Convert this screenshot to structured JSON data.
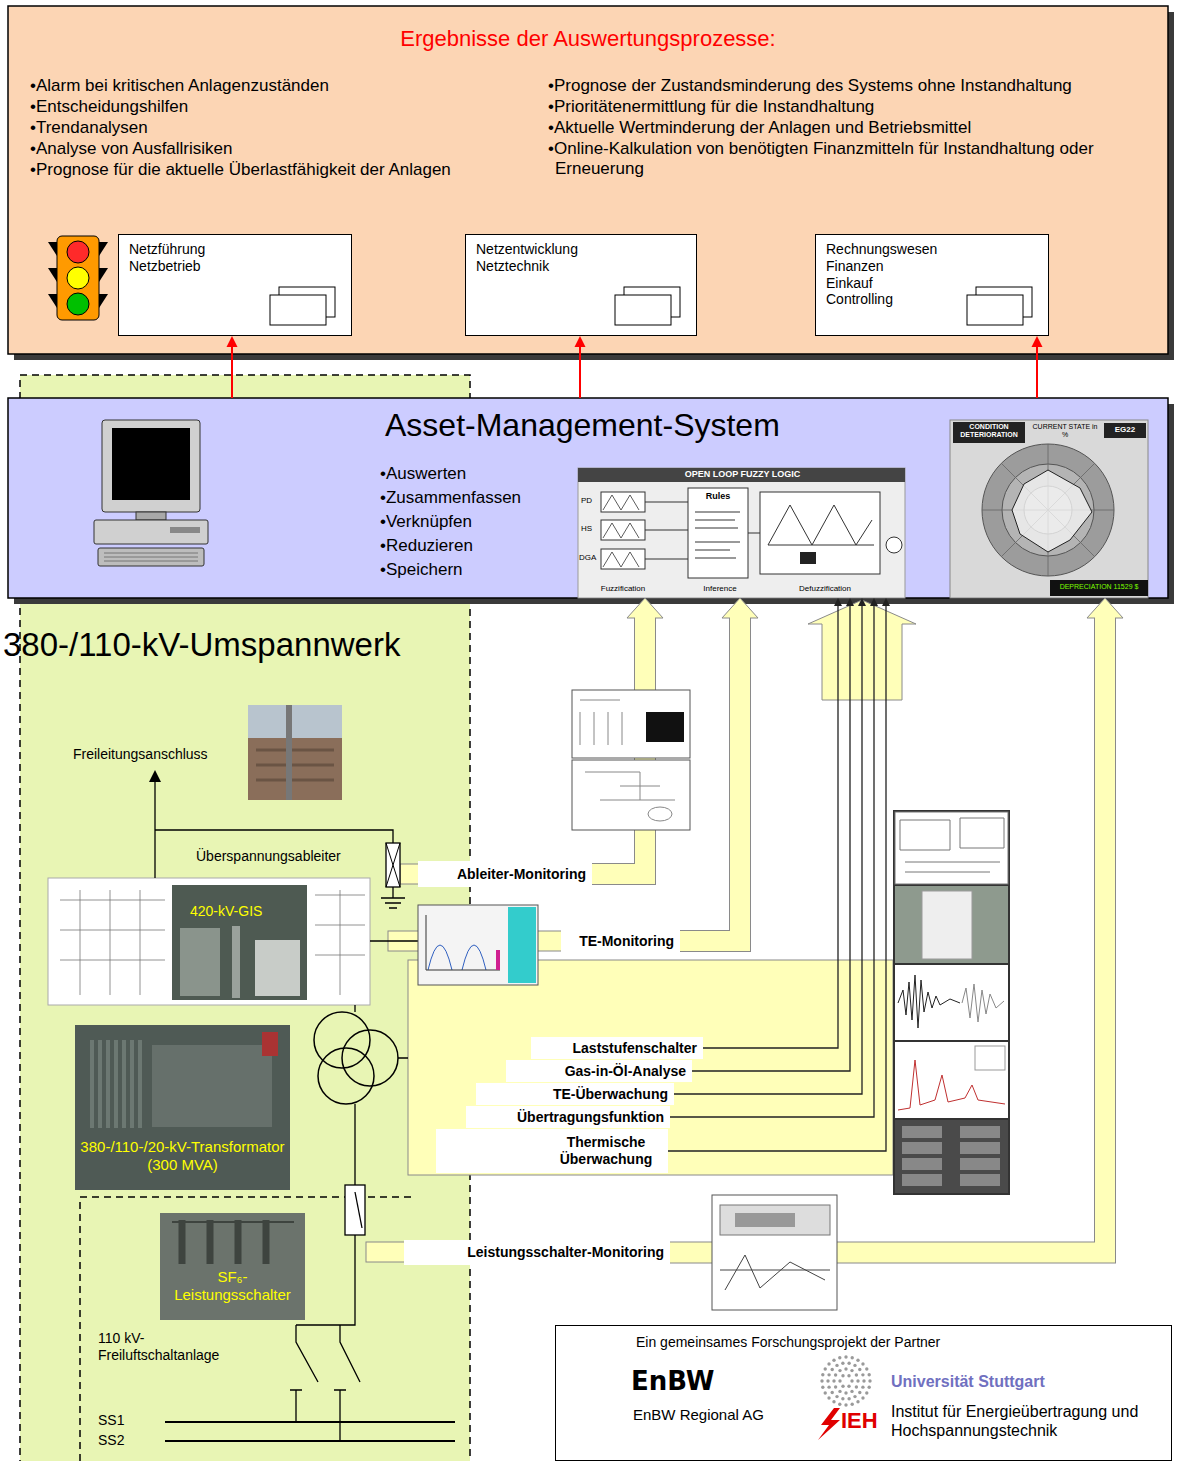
{
  "diagram": {
    "nodes": [
      {
        "text": [
          "Ergebnisse der Auswertungsprozesse:",
          "•Alarm bei kritischen Anlagenzuständen",
          "•Entscheidungshilfen",
          "•Trendanalysen",
          "•Analyse von Ausfallrisiken",
          "•Prognose für die aktuelle Überlastfähigkeit der Anlagen",
          "•Prognose der Zustandsminderung des Systems ohne Instandhaltung",
          "•Prioritätenermittlung für die Instandhaltung",
          "•Aktuelle Wertminderung der Anlagen und Betriebsmittel",
          "•Online-Kalkulation von benötigten Finanzmitteln für Instandhaltung oder Erneuerung"
        ]
      },
      {
        "text": [
          "Netzführung",
          "Netzbetrieb"
        ],
        "in": 0
      },
      {
        "text": [
          "Netzentwicklung",
          "Netztechnik"
        ],
        "in": 0
      },
      {
        "text": [
          "Rechnungswesen",
          "Finanzen",
          "Einkauf",
          "Controlling"
        ],
        "in": 0
      },
      {
        "text": [
          "Asset-Management-System",
          "•Auswerten",
          "•Zusammenfassen",
          "•Verknüpfen",
          "•Reduzieren",
          "•Speichern"
        ]
      },
      {
        "text": [
          "380-/110-kV-Umspannwerk"
        ]
      },
      {
        "text": [
          "Ableiter-Monitoring"
        ]
      },
      {
        "text": [
          "TE-Monitoring"
        ]
      },
      {
        "text": [
          "Laststufenschalter"
        ]
      },
      {
        "text": [
          "Gas-in-Öl-Analyse"
        ]
      },
      {
        "text": [
          "TE-Überwachung"
        ]
      },
      {
        "text": [
          "Übertragungsfunktion"
        ]
      },
      {
        "text": [
          "Thermische Überwachung"
        ]
      },
      {
        "text": [
          "Leistungsschalter-Monitoring"
        ]
      },
      {
        "text": [
          "Ein gemeinsames Forschungsprojekt der Partner",
          "EnBW",
          "EnBW Regional AG",
          "Universität Stuttgart",
          "Institut für Energieübertragung und Hochspannungstechnik",
          "IEH"
        ]
      }
    ],
    "edges": [
      {
        "from": 4,
        "to": 1,
        "arrow": "to"
      },
      {
        "from": 4,
        "to": 2,
        "arrow": "to"
      },
      {
        "from": 4,
        "to": 3,
        "arrow": "to"
      },
      {
        "from": 6,
        "to": 4,
        "arrow": "to"
      },
      {
        "from": 7,
        "to": 4,
        "arrow": "to"
      },
      {
        "from": 8,
        "to": 4,
        "arrow": "to"
      },
      {
        "from": 9,
        "to": 4,
        "arrow": "to"
      },
      {
        "from": 10,
        "to": 4,
        "arrow": "to"
      },
      {
        "from": 11,
        "to": 4,
        "arrow": "to"
      },
      {
        "from": 12,
        "to": 4,
        "arrow": "to"
      },
      {
        "from": 13,
        "to": 4,
        "arrow": "to"
      }
    ],
    "labels": [
      "Freileitungsanschluss",
      "Überspannungsableiter",
      "420-kV-GIS",
      "380-/110-/20-kV-Transformator (300 MVA)",
      "SF₆-Leistungsschalter",
      "110 kV-Freiluftschaltanlage",
      "SS1",
      "SS2",
      "OPEN LOOP FUZZY LOGIC",
      "PD",
      "HS",
      "DGA",
      "Rules",
      "Fuzzification",
      "Inference",
      "Defuzzification",
      "CONDITION DETERIORATION",
      "CURRENT STATE in %",
      "EG22",
      "DEPRECIATION 11529 $"
    ]
  }
}
